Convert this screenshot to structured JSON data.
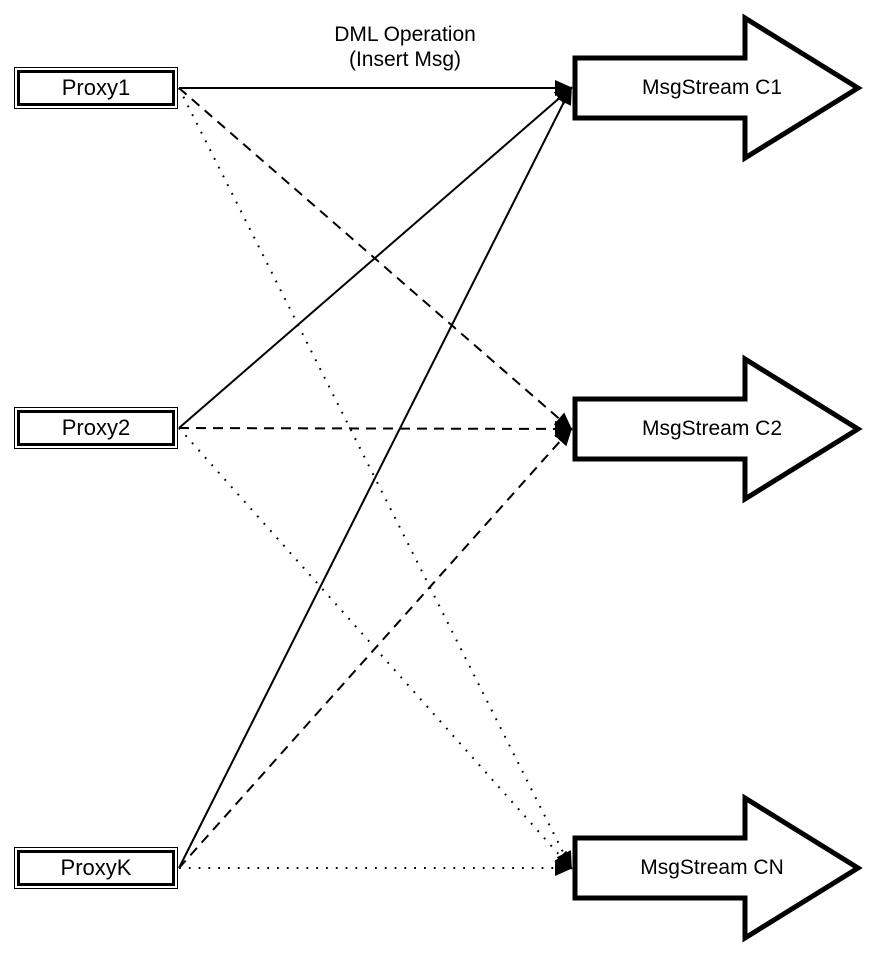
{
  "diagram": {
    "title_line1": "DML Operation",
    "title_line2": "(Insert Msg)",
    "proxies": [
      {
        "label": "Proxy1"
      },
      {
        "label": "Proxy2"
      },
      {
        "label": "ProxyK"
      }
    ],
    "streams": [
      {
        "label": "MsgStream C1"
      },
      {
        "label": "MsgStream C2"
      },
      {
        "label": "MsgStream CN"
      }
    ],
    "connections": [
      {
        "from": "Proxy1",
        "to": "MsgStream C1",
        "style": "solid"
      },
      {
        "from": "Proxy1",
        "to": "MsgStream C2",
        "style": "dashed"
      },
      {
        "from": "Proxy1",
        "to": "MsgStream CN",
        "style": "dotted"
      },
      {
        "from": "Proxy2",
        "to": "MsgStream C1",
        "style": "solid"
      },
      {
        "from": "Proxy2",
        "to": "MsgStream C2",
        "style": "dashed"
      },
      {
        "from": "Proxy2",
        "to": "MsgStream CN",
        "style": "dotted"
      },
      {
        "from": "ProxyK",
        "to": "MsgStream C1",
        "style": "solid"
      },
      {
        "from": "ProxyK",
        "to": "MsgStream C2",
        "style": "dashed"
      },
      {
        "from": "ProxyK",
        "to": "MsgStream CN",
        "style": "dotted"
      }
    ],
    "colors": {
      "stroke": "#000000",
      "fill": "#ffffff"
    }
  }
}
